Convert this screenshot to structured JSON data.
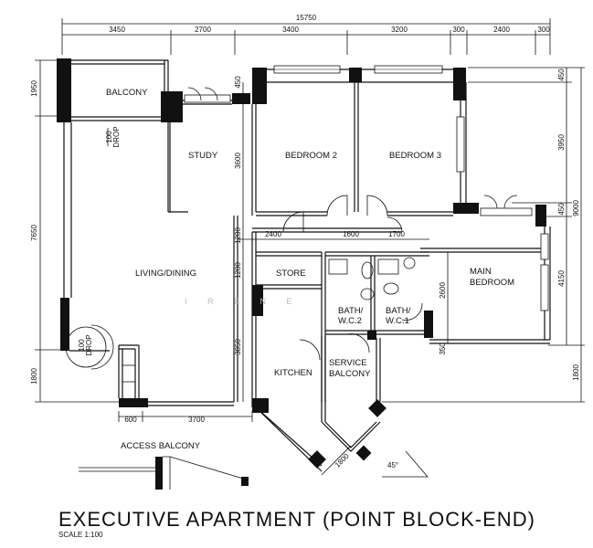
{
  "title": "EXECUTIVE APARTMENT (POINT BLOCK-END)",
  "scale": "SCALE   1:100",
  "watermark": "I R E N E",
  "rooms": {
    "balcony": "BALCONY",
    "study": "STUDY",
    "bedroom2": "BEDROOM 2",
    "bedroom3": "BEDROOM 3",
    "living": "LIVING/DINING",
    "store": "STORE",
    "bath2a": "BATH/",
    "bath2b": "W.C.2",
    "bath1a": "BATH/",
    "bath1b": "W.C.1",
    "mainbed_a": "MAIN",
    "mainbed_b": "BEDROOM",
    "kitchen": "KITCHEN",
    "service_a": "SERVICE",
    "service_b": "BALCONY",
    "access": "ACCESS BALCONY",
    "drop1a": "100",
    "drop1b": "DROP",
    "drop2a": "100",
    "drop2b": "DROP"
  },
  "dims": {
    "total": "15750",
    "top": [
      "3450",
      "2700",
      "3400",
      "3200",
      "300",
      "2400",
      "300"
    ],
    "left_1950": "1950",
    "left_7650": "7650",
    "left_1800": "1800",
    "right_450a": "450",
    "right_3950": "3950",
    "right_9000": "9000",
    "right_450b": "450",
    "right_4150": "4150",
    "right_1800": "1800",
    "study_450": "450",
    "study_3600": "3600",
    "mid_1200a": "1200",
    "mid_1200b": "1200",
    "mid_3850": "3850",
    "h_2400": "2400",
    "h_1600": "1600",
    "h_1700": "1700",
    "bath_2600": "2600",
    "bath_350": "350",
    "bot_600": "600",
    "bot_3700": "3700",
    "diag_1800": "1800",
    "angle": "45°"
  }
}
